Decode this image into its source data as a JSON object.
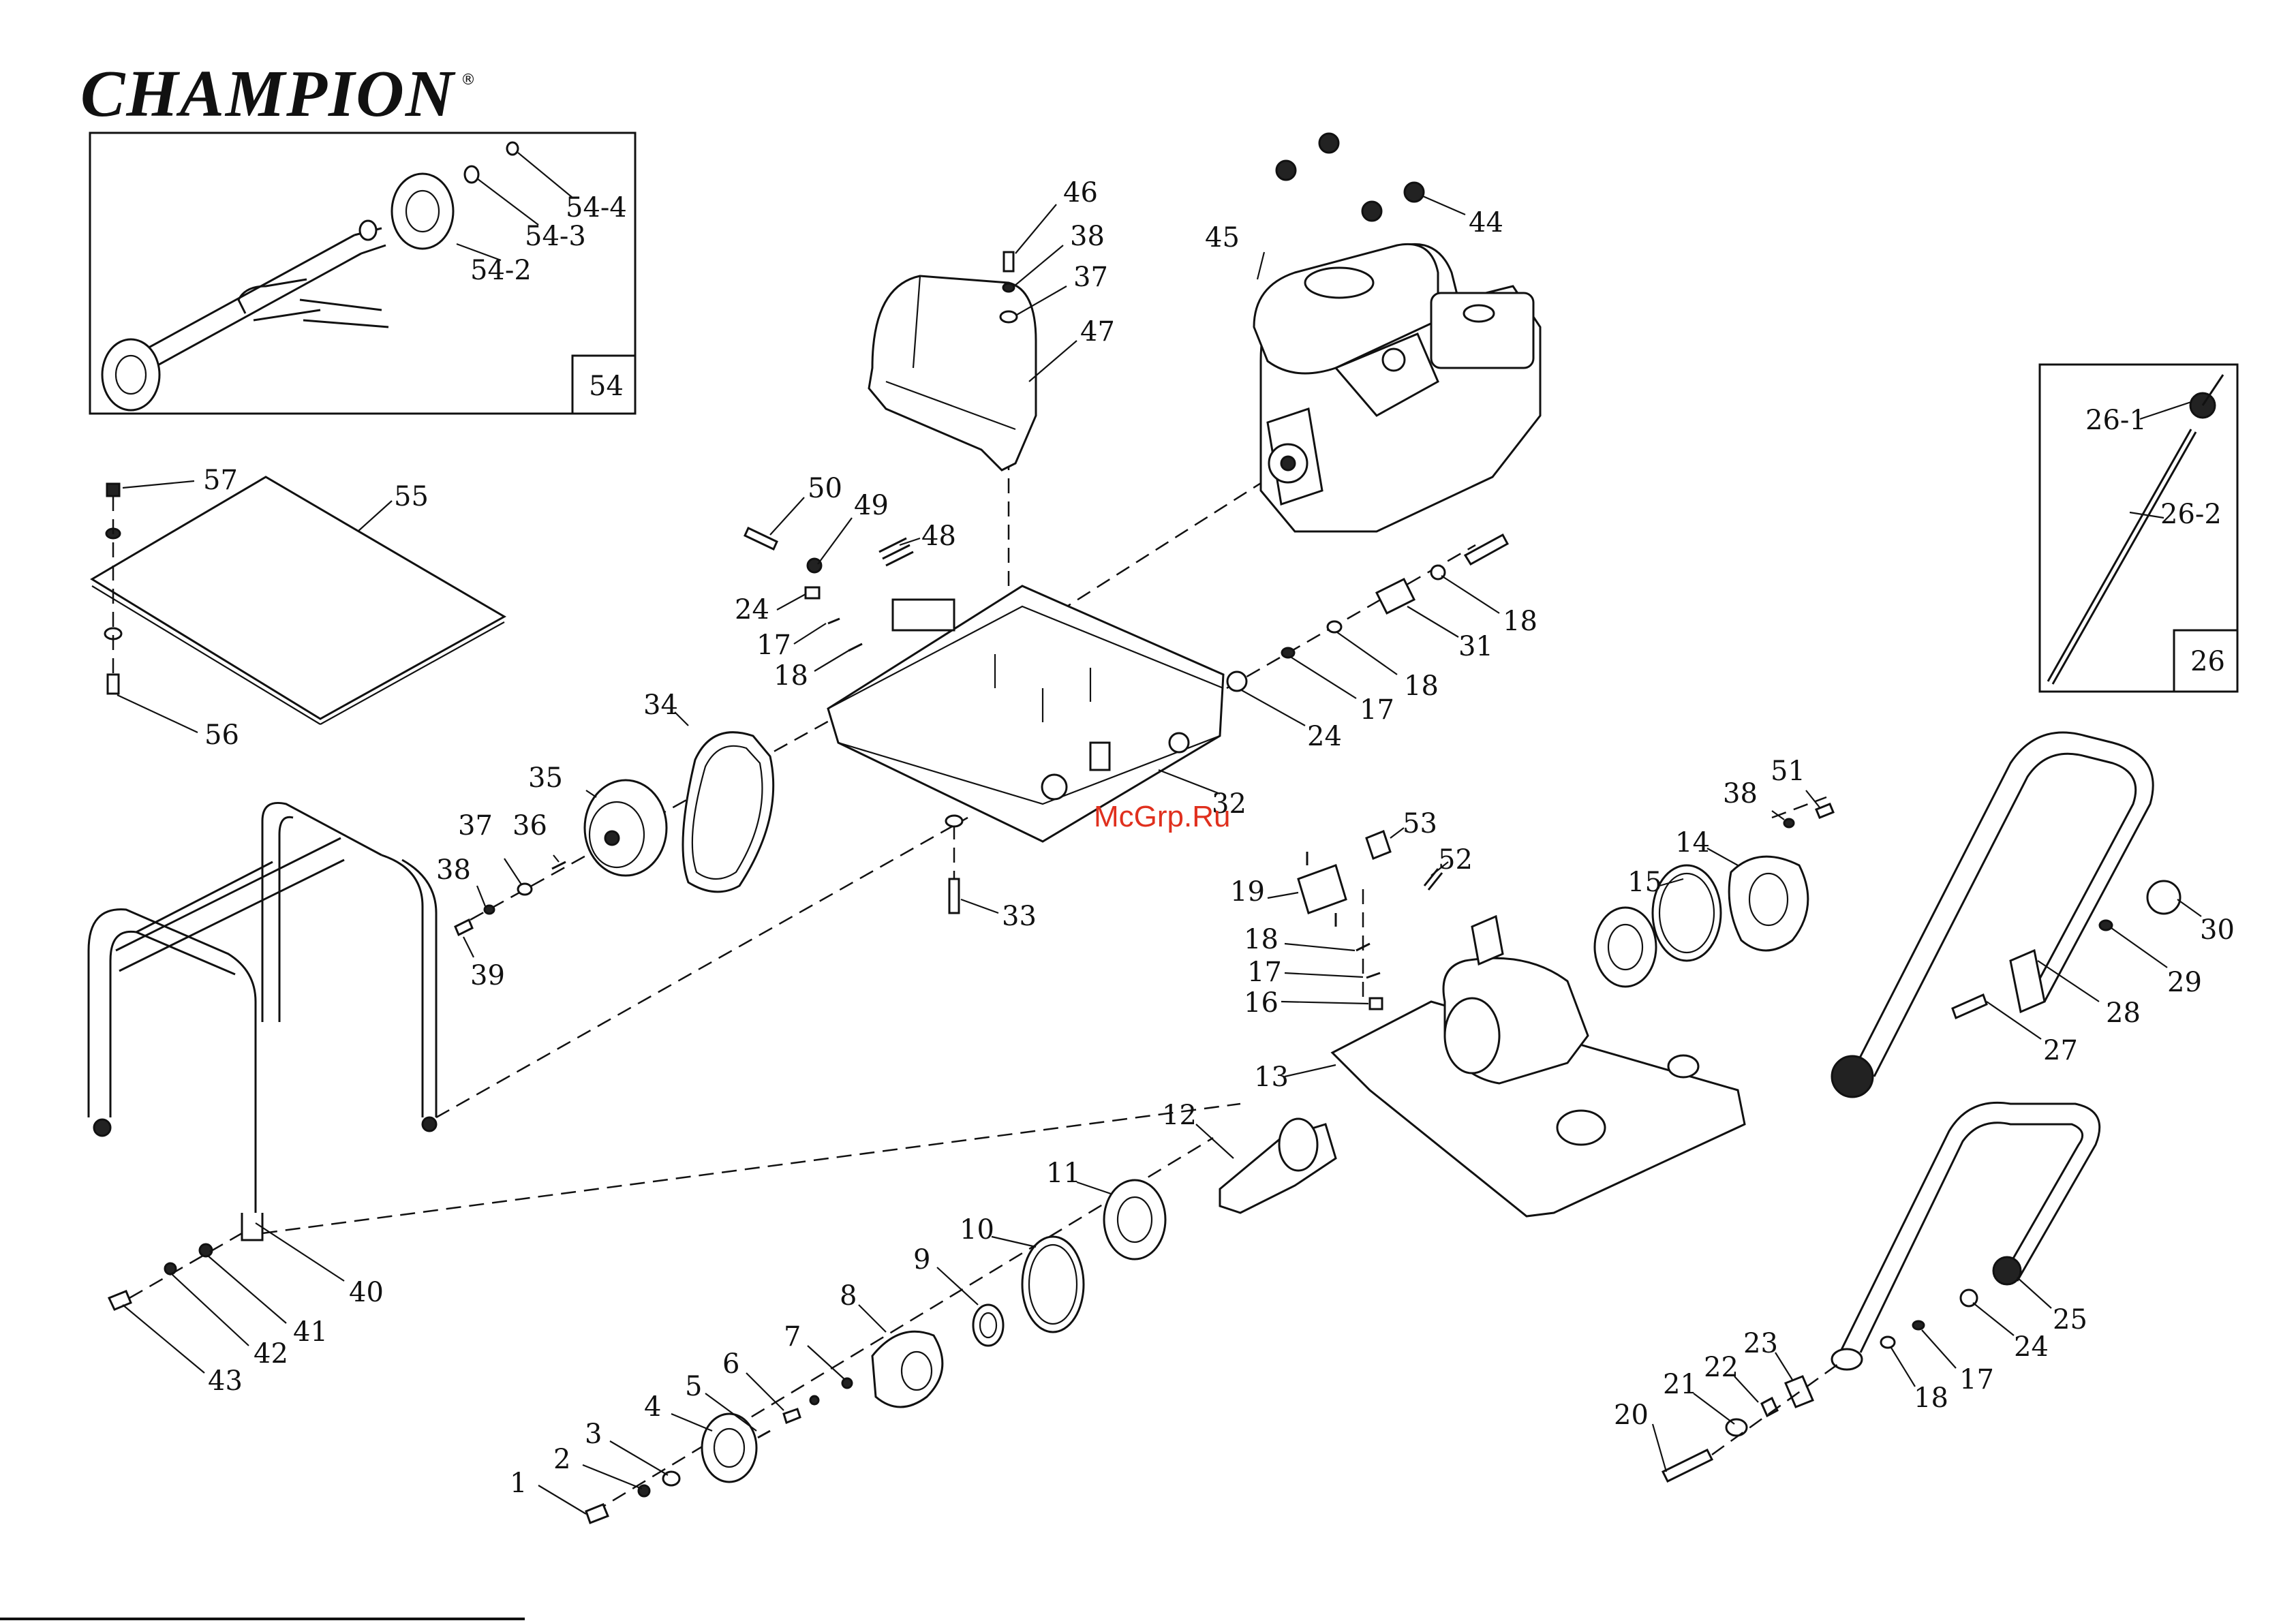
{
  "brand": {
    "name": "CHAMPION",
    "reg_mark": "®"
  },
  "watermark": "McGrp.Ru",
  "insets": [
    {
      "id": "54",
      "label": "54",
      "callouts": [
        "54-2",
        "54-3",
        "54-4"
      ]
    },
    {
      "id": "26",
      "label": "26",
      "callouts": [
        "26-1",
        "26-2"
      ]
    }
  ],
  "callouts": {
    "c1": "1",
    "c2": "2",
    "c3": "3",
    "c4": "4",
    "c5": "5",
    "c6": "6",
    "c7": "7",
    "c8": "8",
    "c9": "9",
    "c10": "10",
    "c11": "11",
    "c12": "12",
    "c13": "13",
    "c14": "14",
    "c15": "15",
    "c16": "16",
    "c17a": "17",
    "c17b": "17",
    "c17c": "17",
    "c17d": "17",
    "c18a": "18",
    "c18b": "18",
    "c18c": "18",
    "c18d": "18",
    "c18e": "18",
    "c19": "19",
    "c20": "20",
    "c21": "21",
    "c22": "22",
    "c23": "23",
    "c24a": "24",
    "c24b": "24",
    "c24c": "24",
    "c25": "25",
    "c26_1": "26-1",
    "c26_2": "26-2",
    "c27": "27",
    "c28": "28",
    "c29": "29",
    "c30": "30",
    "c31": "31",
    "c32": "32",
    "c33": "33",
    "c34": "34",
    "c35": "35",
    "c36": "36",
    "c37a": "37",
    "c37b": "37",
    "c38a": "38",
    "c38b": "38",
    "c38c": "38",
    "c39": "39",
    "c40": "40",
    "c41": "41",
    "c42": "42",
    "c43": "43",
    "c44": "44",
    "c45": "45",
    "c46": "46",
    "c47": "47",
    "c48": "48",
    "c49": "49",
    "c50": "50",
    "c51": "51",
    "c52": "52",
    "c53": "53",
    "c54_2": "54-2",
    "c54_3": "54-3",
    "c54_4": "54-4",
    "c55": "55",
    "c56": "56",
    "c57": "57"
  }
}
